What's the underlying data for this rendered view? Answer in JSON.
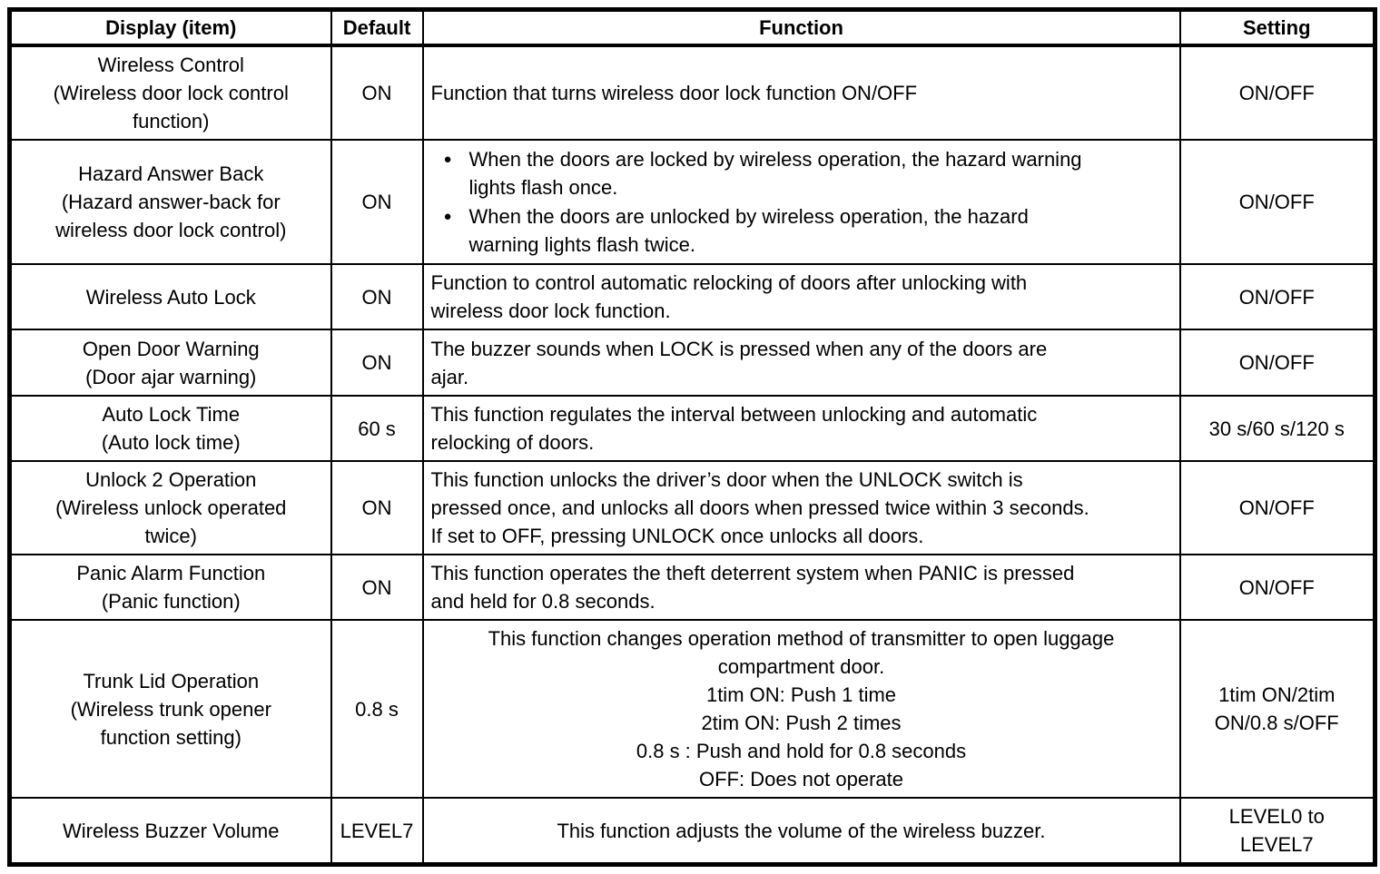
{
  "icons": {
    "bullet": "●"
  },
  "colors": {
    "border": "#000000",
    "text": "#000000",
    "background": "#ffffff"
  },
  "table": {
    "columns": [
      "Display (item)",
      "Default",
      "Function",
      "Setting"
    ],
    "rows": [
      {
        "display": "Wireless Control\n(Wireless door lock control\nfunction)",
        "default": "ON",
        "function": {
          "align": "left",
          "text": "Function that turns wireless door lock function ON/OFF"
        },
        "setting": "ON/OFF"
      },
      {
        "display": "Hazard Answer Back\n(Hazard answer-back for\nwireless door lock control)",
        "default": "ON",
        "function": {
          "align": "left",
          "bullets": [
            "When the doors are locked by wireless operation, the hazard warning\nlights flash once.",
            "When the doors are unlocked by wireless operation, the hazard\nwarning lights flash twice."
          ]
        },
        "setting": "ON/OFF"
      },
      {
        "display": "Wireless Auto Lock",
        "default": "ON",
        "function": {
          "align": "left",
          "text": "Function to control automatic relocking of doors after unlocking with\nwireless door lock function."
        },
        "setting": "ON/OFF"
      },
      {
        "display": "Open Door Warning\n(Door ajar warning)",
        "default": "ON",
        "function": {
          "align": "left",
          "text": "The buzzer sounds when LOCK is pressed when any of the doors are\najar."
        },
        "setting": "ON/OFF"
      },
      {
        "display": "Auto Lock Time\n(Auto lock time)",
        "default": "60 s",
        "function": {
          "align": "left",
          "text": "This function regulates the interval between unlocking and automatic\nrelocking of doors."
        },
        "setting": "30 s/60 s/120 s"
      },
      {
        "display": "Unlock 2 Operation\n(Wireless unlock operated\ntwice)",
        "default": "ON",
        "function": {
          "align": "left",
          "text": "This function unlocks the driver’s door when the UNLOCK switch is\npressed once, and unlocks all doors when pressed twice within 3 seconds.\nIf set to OFF, pressing UNLOCK once unlocks all doors."
        },
        "setting": "ON/OFF"
      },
      {
        "display": "Panic Alarm Function\n(Panic function)",
        "default": "ON",
        "function": {
          "align": "left",
          "text": "This function operates the theft deterrent system when PANIC is pressed\nand held for 0.8 seconds."
        },
        "setting": "ON/OFF"
      },
      {
        "display": "Trunk Lid Operation\n(Wireless trunk opener\nfunction setting)",
        "default": "0.8 s",
        "function": {
          "align": "center",
          "text": "This function changes operation method of transmitter to open luggage\ncompartment door.\n1tim ON: Push 1 time\n2tim ON: Push 2 times\n0.8 s : Push and hold for 0.8 seconds\nOFF: Does not operate"
        },
        "setting": "1tim ON/2tim\nON/0.8 s/OFF"
      },
      {
        "display": "Wireless Buzzer Volume",
        "default": "LEVEL7",
        "function": {
          "align": "center",
          "text": "This function adjusts the volume of the wireless buzzer."
        },
        "setting": "LEVEL0 to\nLEVEL7"
      }
    ]
  }
}
